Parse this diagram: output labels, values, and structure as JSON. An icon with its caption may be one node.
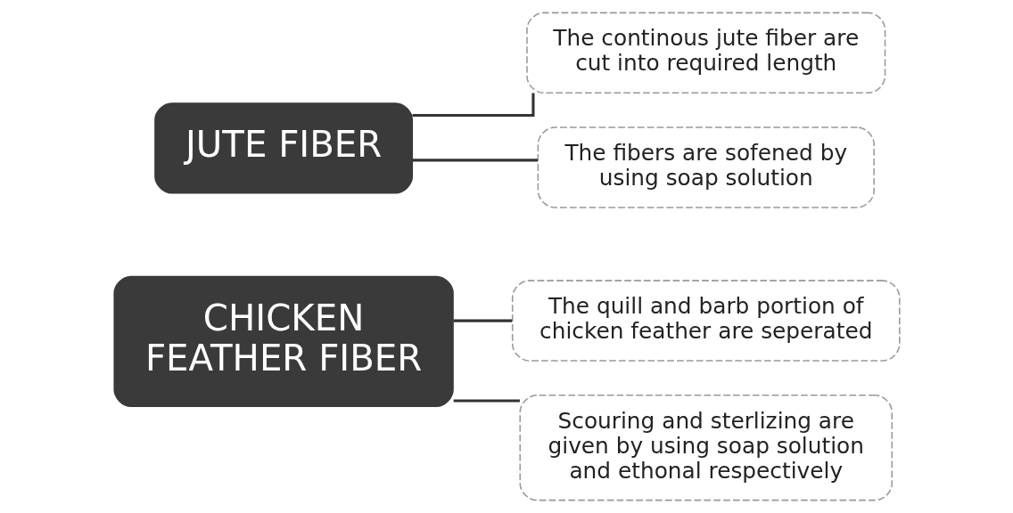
{
  "diagram": {
    "nodes": [
      {
        "text": [
          "CHICKEN FEATHER FIBER"
        ]
      },
      {
        "text": [
          "The quill and barb portion of chicken feather are seperated"
        ]
      },
      {
        "text": [
          "Scouring and sterlizing are given by using soap solution and ethonal respectively"
        ]
      },
      {
        "text": [
          "JUTE FIBER"
        ]
      },
      {
        "text": [
          "The continous jute fiber are cut into required length"
        ]
      },
      {
        "text": [
          "The fibers are sofened by using soap solution"
        ]
      }
    ],
    "edges": [
      {
        "from": 0,
        "to": 1,
        "arrow": "none"
      },
      {
        "from": 0,
        "to": 2,
        "arrow": "none"
      },
      {
        "from": 3,
        "to": 4,
        "arrow": "none"
      },
      {
        "from": 3,
        "to": 5,
        "arrow": "none"
      }
    ]
  }
}
